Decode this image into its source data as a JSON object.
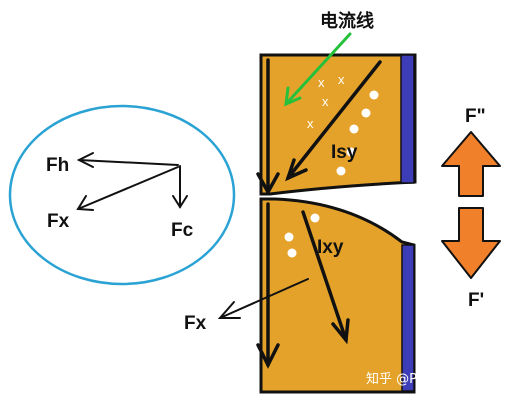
{
  "labels": {
    "current_lines": "电流线",
    "force_h": "Fh",
    "force_x_circle": "Fx",
    "force_c": "Fc",
    "current_isy": "Isy",
    "current_ixy": "Ixy",
    "force_x_lower": "Fx",
    "force_up": "F\"",
    "force_down": "F'"
  },
  "cross_mark": "x",
  "watermark": "知乎 @Patrick Zhang",
  "colors": {
    "metal": "#E5A22B",
    "electrode_edge": "#3D3DB8",
    "circle": "#2AA3D4",
    "arrow_orange": "#F0802A",
    "pointer_green": "#26C03A",
    "ink": "#111111"
  }
}
